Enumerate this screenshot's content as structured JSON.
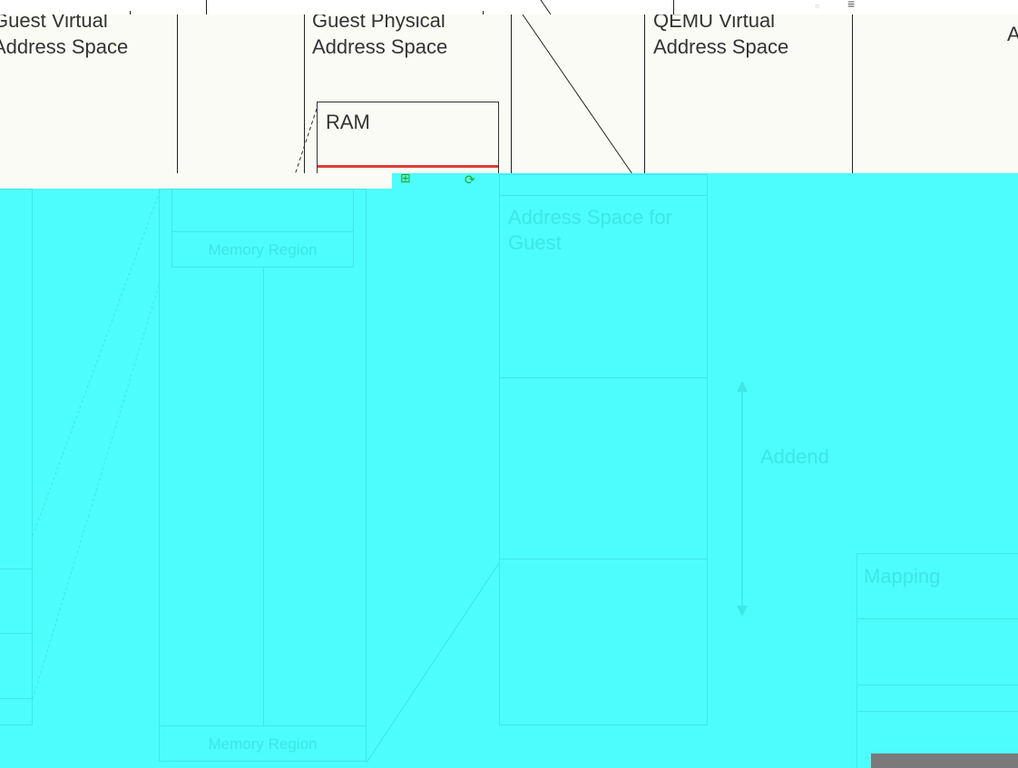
{
  "columns": {
    "guest_virtual": "Guest Virtual\nAddress Space",
    "guest_physical": "Guest Physical\nAddress Space",
    "qemu_virtual": "QEMU Virtual\nAddress Space",
    "rightmost_partial": "C\nA"
  },
  "ram_label": "RAM",
  "overlay": {
    "memory_region_top": "Memory Region",
    "memory_region_bottom": "Memory Region",
    "address_space_for_guest": "Address Space for\nGuest",
    "addend": "Addend",
    "mapping": "Mapping"
  },
  "colors": {
    "background": "#fbfbf5",
    "overlay": "#4dfcfc",
    "ram_accent": "#e03a35",
    "ghost_text": "#3ee6e6"
  }
}
